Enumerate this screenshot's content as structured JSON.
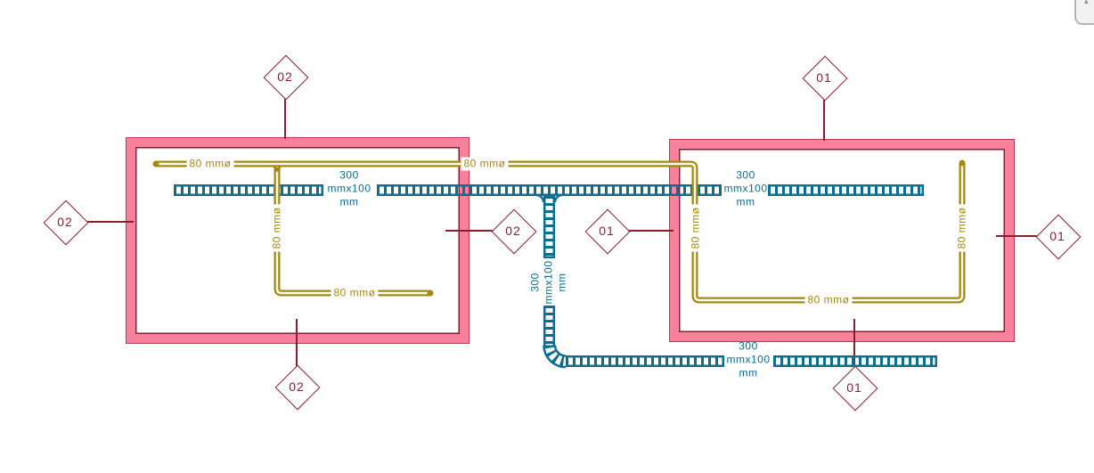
{
  "drawing": {
    "background": "#FFFFFF",
    "tags": {
      "left_room": "02",
      "right_room": "01"
    },
    "conduit": {
      "size_label": "80 mmø",
      "color": "#A6880A"
    },
    "cable_tray": {
      "size_label": "300\nmmx100\nmm",
      "color": "#0D6E90"
    },
    "wall_colors": {
      "fill": "#F8829B",
      "outer_edge": "#C23558",
      "inner_edge": "#8A1E2E"
    },
    "tag_color": "#8A1E2E"
  },
  "scrollbar": {
    "up_arrow": "▴"
  }
}
